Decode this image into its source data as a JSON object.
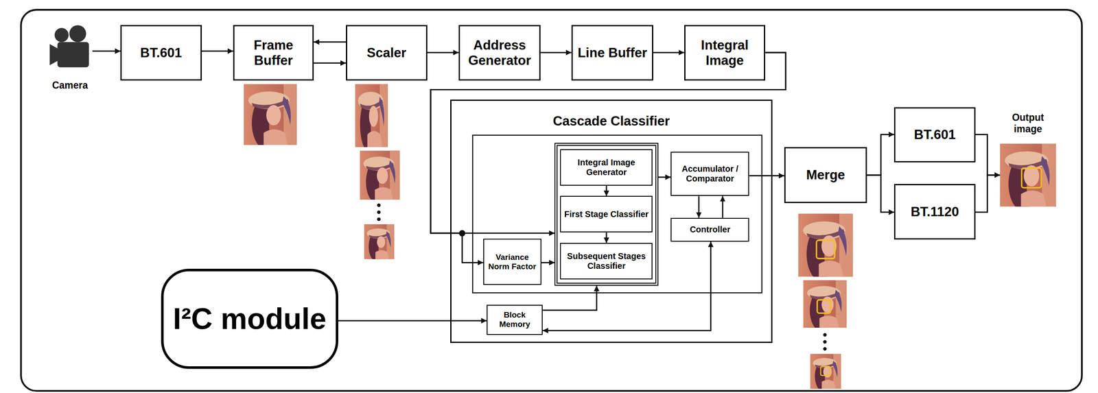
{
  "diagram": {
    "nodes": [
      {
        "text": [
          "Camera"
        ]
      },
      {
        "text": [
          "BT.601"
        ]
      },
      {
        "text": [
          "Frame Buffer"
        ]
      },
      {
        "text": [
          "Scaler"
        ]
      },
      {
        "text": [
          "Address Generator"
        ]
      },
      {
        "text": [
          "Line Buffer"
        ]
      },
      {
        "text": [
          "Integral Image"
        ]
      },
      {
        "text": [
          "Cascade Classifier"
        ]
      },
      {
        "text": [
          "Variance Norm Factor"
        ],
        "in": 7
      },
      {
        "text": [],
        "in": 7
      },
      {
        "text": [
          "Integral Image Generator"
        ],
        "in": 9
      },
      {
        "text": [
          "First Stage Classifier"
        ],
        "in": 9
      },
      {
        "text": [
          "Subsequent Stages Classifier"
        ],
        "in": 9
      },
      {
        "text": [
          "Accumulator / Comparator"
        ],
        "in": 7
      },
      {
        "text": [
          "Controller"
        ],
        "in": 7
      },
      {
        "text": [
          "Block Memory"
        ],
        "in": 7
      },
      {
        "text": [
          "I²C module"
        ]
      },
      {
        "text": [
          "Merge"
        ]
      },
      {
        "text": [
          "BT.601"
        ]
      },
      {
        "text": [
          "BT.1120"
        ]
      },
      {
        "text": [
          "Output image"
        ]
      }
    ],
    "edges": [
      {
        "from": 0,
        "to": 1,
        "arrow": "to"
      },
      {
        "from": 1,
        "to": 2,
        "arrow": "to"
      },
      {
        "from": 2,
        "to": 3,
        "arrow": "to"
      },
      {
        "from": 3,
        "to": 2,
        "arrow": "to"
      },
      {
        "from": 3,
        "to": 4,
        "arrow": "to"
      },
      {
        "from": 4,
        "to": 5,
        "arrow": "to"
      },
      {
        "from": 5,
        "to": 6,
        "arrow": "to"
      },
      {
        "from": 6,
        "to": 9,
        "arrow": "to"
      },
      {
        "from": 6,
        "to": 8,
        "arrow": "to"
      },
      {
        "from": 8,
        "to": 9,
        "arrow": "to"
      },
      {
        "from": 10,
        "to": 11,
        "arrow": "to"
      },
      {
        "from": 11,
        "to": 12,
        "arrow": "to"
      },
      {
        "from": 9,
        "to": 13,
        "arrow": "to"
      },
      {
        "from": 13,
        "to": 14,
        "arrow": "to"
      },
      {
        "from": 14,
        "to": 13,
        "arrow": "to"
      },
      {
        "from": 15,
        "to": 9,
        "arrow": "to"
      },
      {
        "from": 14,
        "to": 15,
        "arrow": "both"
      },
      {
        "from": 16,
        "to": 15,
        "arrow": "to"
      },
      {
        "from": 13,
        "to": 17,
        "arrow": "to"
      },
      {
        "from": 17,
        "to": 18,
        "arrow": "to"
      },
      {
        "from": 17,
        "to": 19,
        "arrow": "to"
      },
      {
        "from": 18,
        "to": 20,
        "arrow": "to"
      },
      {
        "from": 19,
        "to": 20,
        "arrow": "to"
      }
    ]
  }
}
